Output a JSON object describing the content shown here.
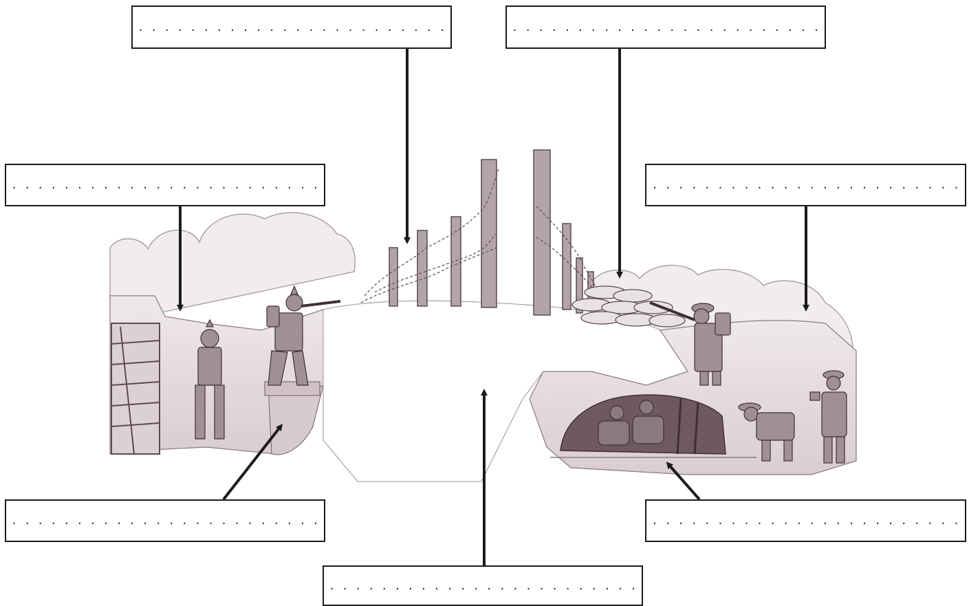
{
  "labels": {
    "top_left": ". . . . . . . . . . . . . . . . . . . . . . . . . . . . . .",
    "top_right": ". . . . . . . . . . . . . . . . . . . . . . . . . . . . . .",
    "mid_left": ". . . . . . . . . . . . . . . . . . . . . . . . . . . . . .",
    "mid_right": ". . . . . . . . . . . . . . . . . . . . . . . . . . . . . .",
    "bottom_left": ". . . . . . . . . . . . . . . . . . . . . . . . . . . . . .",
    "bottom_right": ". . . . . . . . . . . . . . . . . . . . . . . . . . . . . .",
    "bottom_mid": ". . . . . . . . . . . . . . . . . . . . . . . . . . . . . ."
  },
  "colors": {
    "ink": "#1b1b1b",
    "sepia_dark": "#6e5a5e",
    "sepia_mid": "#a08f93",
    "sepia_light": "#e6dde0"
  },
  "illustration": {
    "subject": "trench-warfare-scene",
    "elements": [
      "barbed-wire",
      "sandbags",
      "dugout",
      "parapet",
      "fire-step",
      "no-mans-land",
      "revetment"
    ]
  }
}
